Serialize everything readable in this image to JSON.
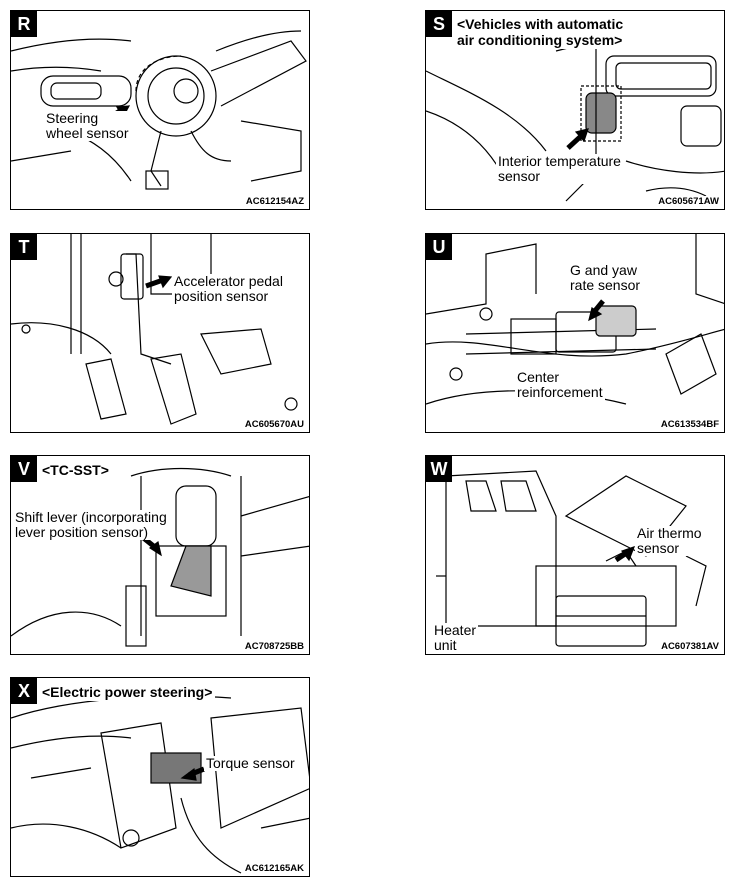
{
  "panels": {
    "r": {
      "letter": "R",
      "label": [
        "Steering",
        "wheel sensor"
      ],
      "code": "AC612154AZ"
    },
    "s": {
      "letter": "S",
      "header": [
        "<Vehicles with automatic",
        "air conditioning system>"
      ],
      "label": [
        "Interior temperature",
        "sensor"
      ],
      "code": "AC605671AW"
    },
    "t": {
      "letter": "T",
      "label": [
        "Accelerator pedal",
        "position sensor"
      ],
      "code": "AC605670AU"
    },
    "u": {
      "letter": "U",
      "label": [
        "G and yaw",
        "rate sensor"
      ],
      "label2": [
        "Center",
        "reinforcement"
      ],
      "code": "AC613534BF"
    },
    "v": {
      "letter": "V",
      "header": [
        "<TC-SST>"
      ],
      "label": [
        "Shift lever (incorporating",
        "lever position sensor)"
      ],
      "code": "AC708725BB"
    },
    "w": {
      "letter": "W",
      "label": [
        "Air thermo",
        "sensor"
      ],
      "label2": [
        "Heater",
        "unit"
      ],
      "code": "AC607381AV"
    },
    "x": {
      "letter": "X",
      "header": [
        "<Electric power steering>"
      ],
      "label": [
        "Torque sensor"
      ],
      "code": "AC612165AK"
    }
  }
}
